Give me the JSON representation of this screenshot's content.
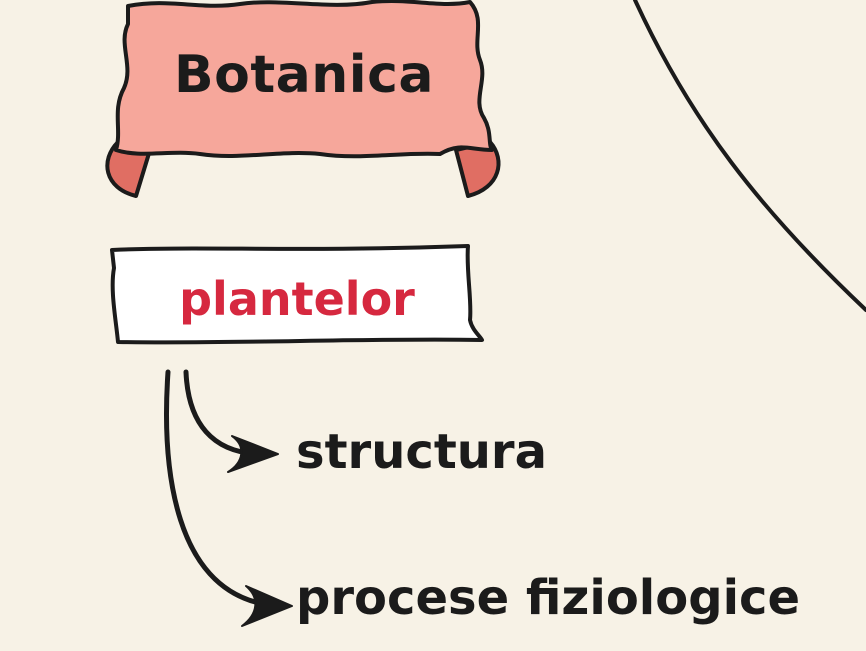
{
  "diagram": {
    "title": "Botanica",
    "subject": "plantelor",
    "branches": [
      {
        "label": "structura"
      },
      {
        "label": "procese fiziologice"
      }
    ]
  },
  "colors": {
    "background": "#f7f2e6",
    "banner_fill": "#f6a79b",
    "banner_fold": "#e06e63",
    "outline": "#1b1b1b",
    "subject_text": "#d6283f",
    "box_fill": "#ffffff"
  }
}
